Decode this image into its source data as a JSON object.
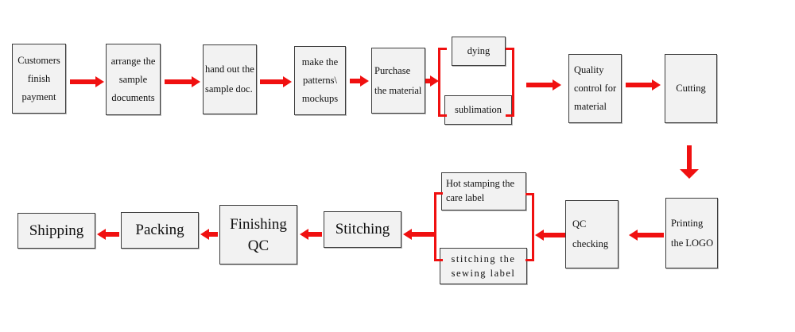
{
  "colors": {
    "arrow_red": "#f01010",
    "box_fill": "#f2f2f2",
    "box_border": "#3d3d3d",
    "text": "#111111"
  },
  "nodes": {
    "customers": {
      "lines": [
        "Customers",
        "finish",
        "payment"
      ]
    },
    "arrange": {
      "lines": [
        "arrange the",
        "sample",
        "documents"
      ]
    },
    "handout": {
      "lines": [
        "hand out the",
        "sample doc."
      ]
    },
    "patterns": {
      "lines": [
        "make the",
        "patterns\\",
        "mockups"
      ]
    },
    "purchase": {
      "lines": [
        "Purchase",
        "the material"
      ]
    },
    "dying": {
      "lines": [
        "dying"
      ]
    },
    "sublimation": {
      "lines": [
        "sublimation"
      ]
    },
    "quality": {
      "lines": [
        "Quality",
        "control for",
        "material"
      ]
    },
    "cutting": {
      "lines": [
        "Cutting"
      ]
    },
    "printing": {
      "lines": [
        "Printing",
        "the LOGO"
      ]
    },
    "qc_checking": {
      "lines": [
        "QC",
        "checking"
      ]
    },
    "hot_stamping": {
      "lines": [
        "Hot stamping the",
        "care label"
      ]
    },
    "stitch_label": {
      "lines": [
        "stitching the",
        "sewing label"
      ]
    },
    "stitching": {
      "lines": [
        "Stitching"
      ]
    },
    "finishing": {
      "lines": [
        "Finishing",
        "QC"
      ]
    },
    "packing": {
      "lines": [
        "Packing"
      ]
    },
    "shipping": {
      "lines": [
        "Shipping"
      ]
    }
  },
  "connections": [
    {
      "from": "Customers finish payment",
      "to": "arrange the sample documents"
    },
    {
      "from": "arrange the sample documents",
      "to": "hand out the sample doc."
    },
    {
      "from": "hand out the sample doc.",
      "to": "make the patterns\\mockups"
    },
    {
      "from": "make the patterns\\mockups",
      "to": "Purchase the material"
    },
    {
      "from": "Purchase the material",
      "to": "dying / sublimation"
    },
    {
      "from": "dying / sublimation",
      "to": "Quality control for material"
    },
    {
      "from": "Quality control for material",
      "to": "Cutting"
    },
    {
      "from": "Cutting",
      "to": "Printing the LOGO"
    },
    {
      "from": "Printing the LOGO",
      "to": "QC checking"
    },
    {
      "from": "QC checking",
      "to": "Hot stamping the care label / stitching the sewing label"
    },
    {
      "from": "Hot stamping the care label / stitching the sewing label",
      "to": "Stitching"
    },
    {
      "from": "Stitching",
      "to": "Finishing QC"
    },
    {
      "from": "Finishing QC",
      "to": "Packing"
    },
    {
      "from": "Packing",
      "to": "Shipping"
    }
  ]
}
